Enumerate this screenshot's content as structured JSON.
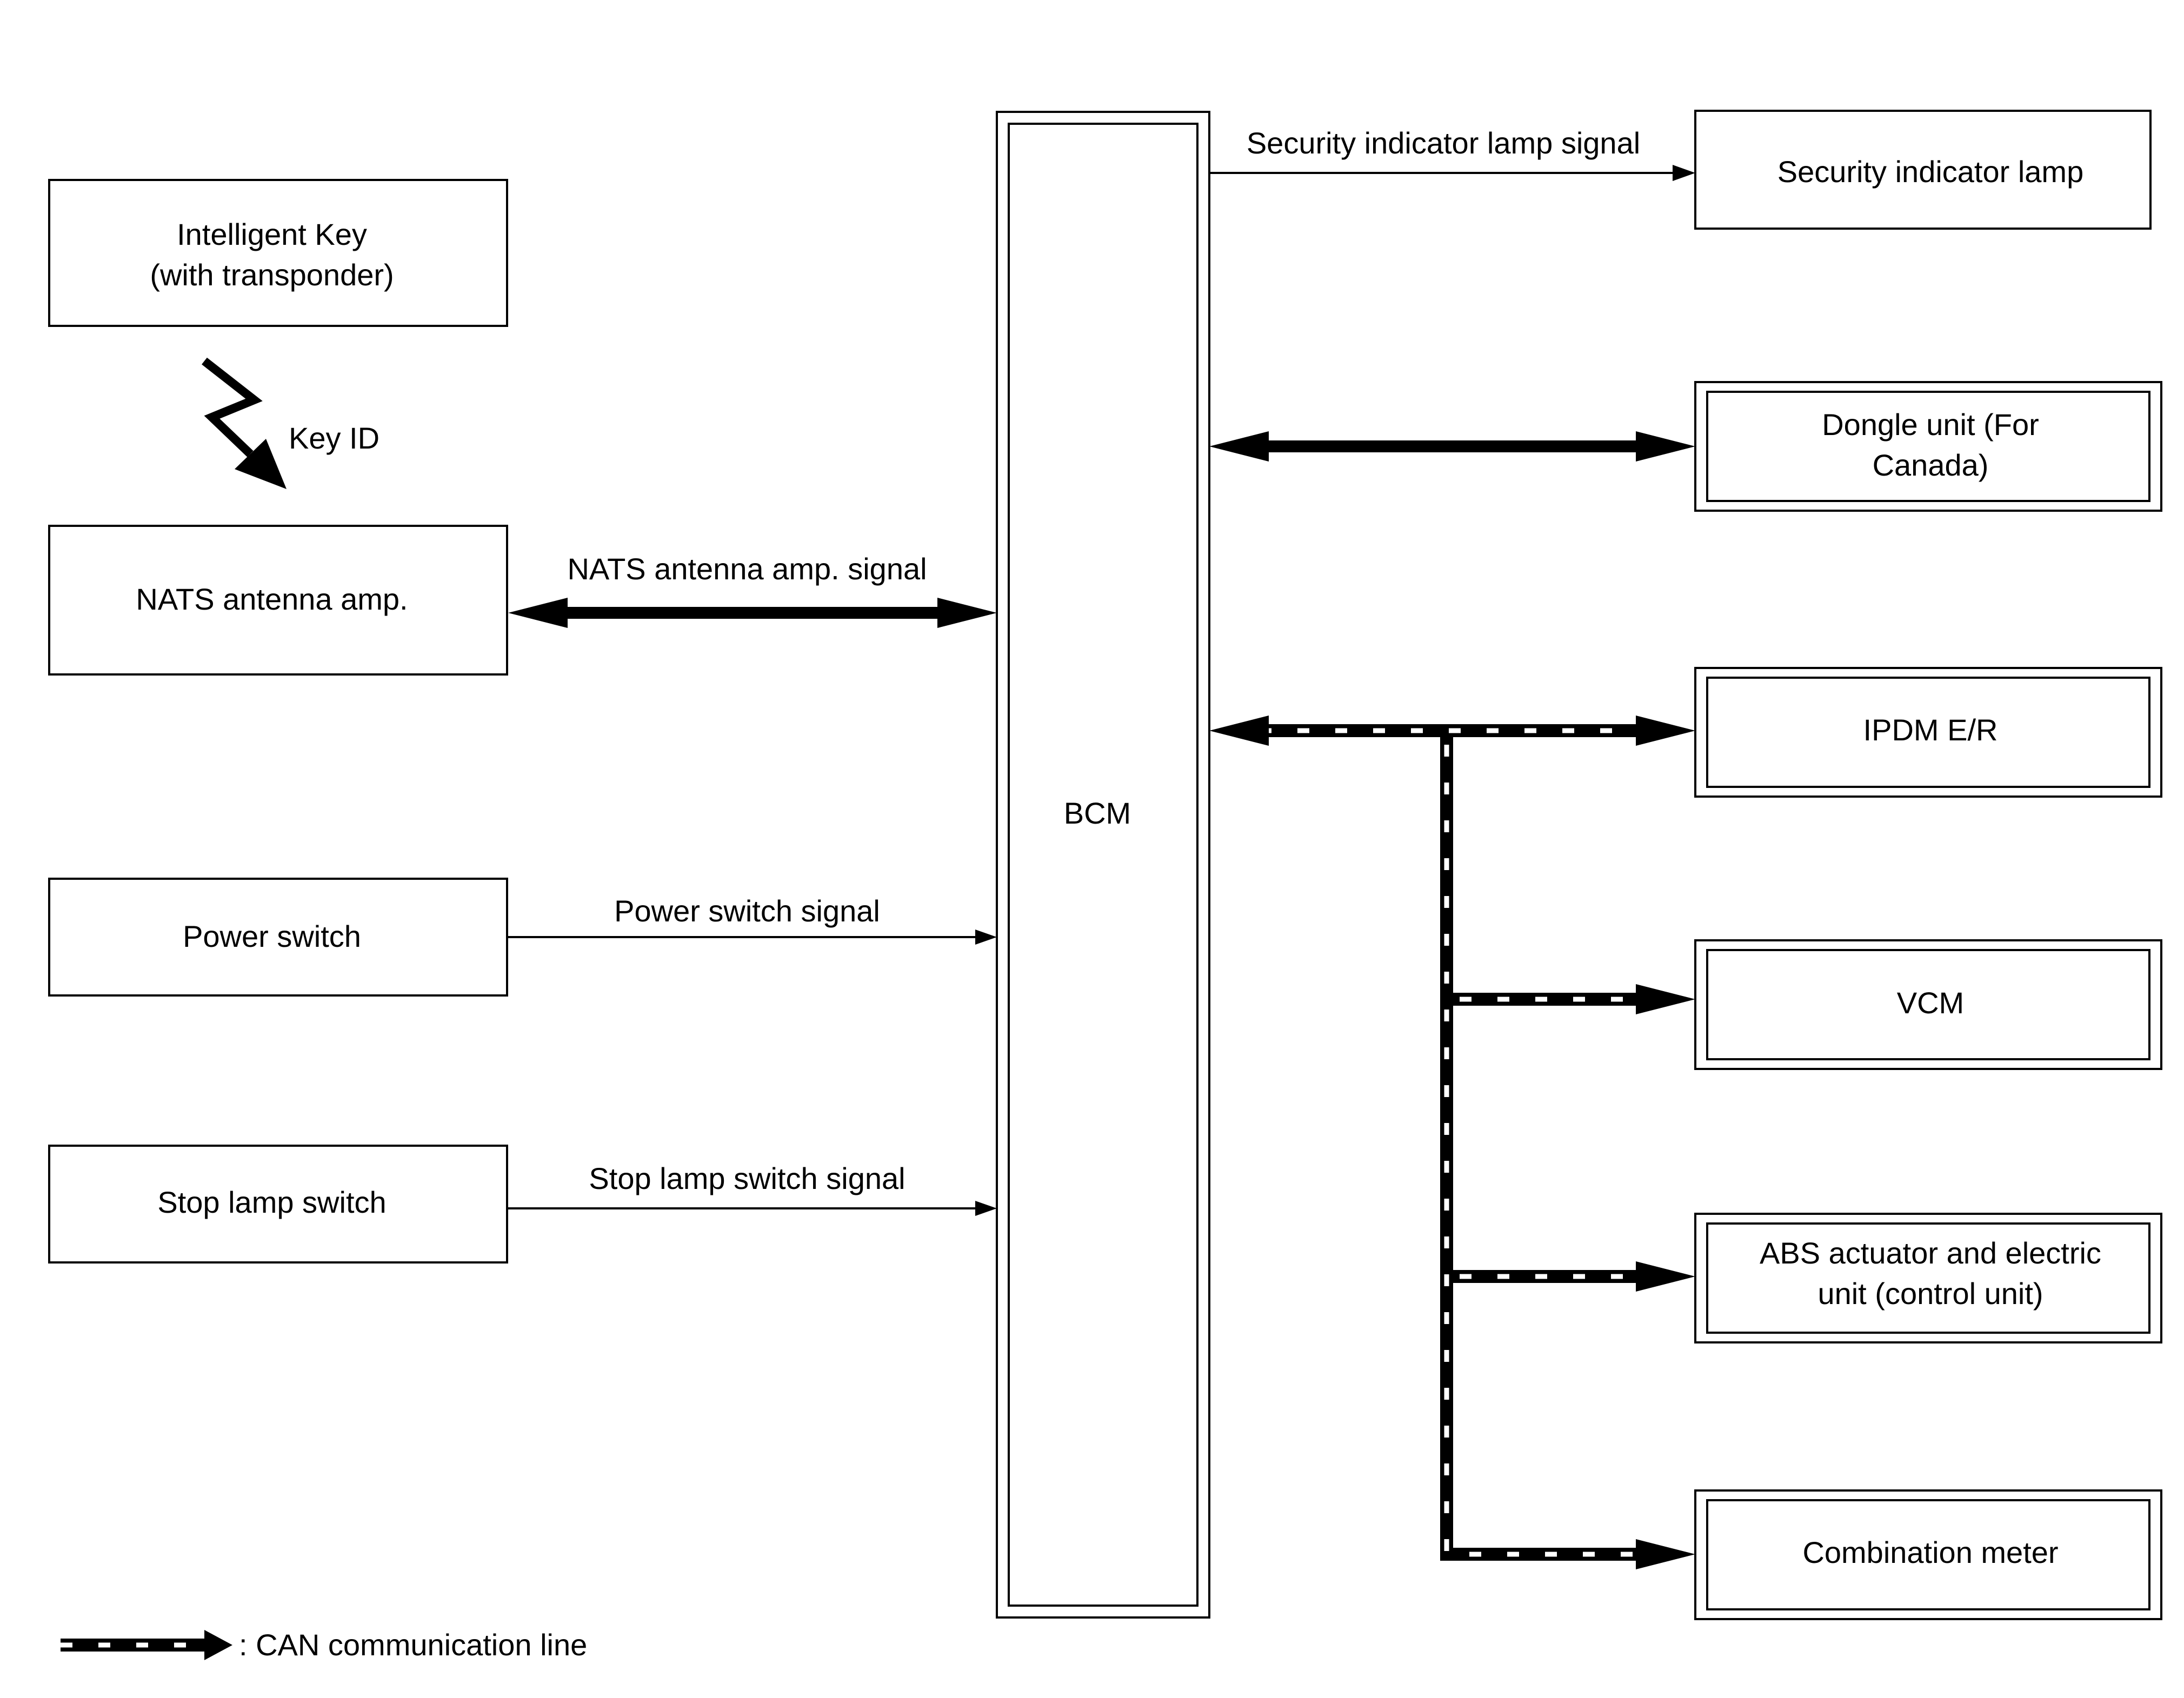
{
  "nodes": {
    "intelligent_key": {
      "line1": "Intelligent Key",
      "line2": "(with transponder)"
    },
    "nats_antenna": "NATS antenna amp.",
    "power_switch": "Power switch",
    "stop_lamp_switch": "Stop lamp switch",
    "bcm": "BCM",
    "security_lamp": "Security indicator lamp",
    "dongle_unit": {
      "line1": "Dongle unit (For",
      "line2": "Canada)"
    },
    "ipdm": "IPDM E/R",
    "vcm": "VCM",
    "abs_unit": {
      "line1": "ABS actuator and electric",
      "line2": "unit (control unit)"
    },
    "combination_meter": "Combination meter"
  },
  "signals": {
    "key_id": "Key ID",
    "nats_signal": "NATS antenna amp. signal",
    "power_signal": "Power switch signal",
    "stop_signal": "Stop lamp switch signal",
    "security_signal": "Security indicator lamp signal"
  },
  "legend": {
    "can_line": ": CAN communication line"
  },
  "icons": {
    "wireless": "lightning-zigzag-arrow-icon"
  },
  "colors": {
    "line": "#000000",
    "background": "#ffffff"
  }
}
